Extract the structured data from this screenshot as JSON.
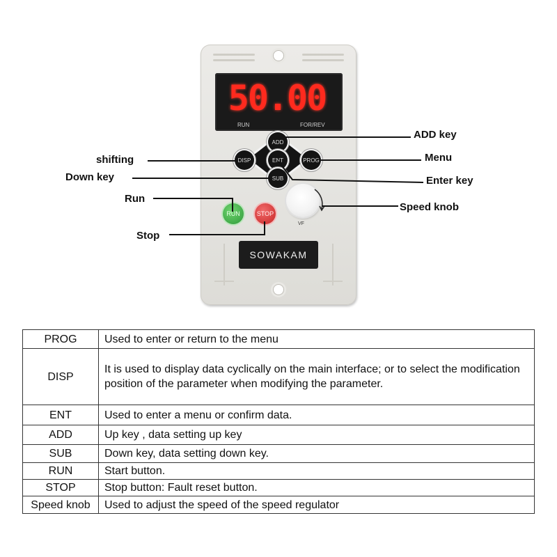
{
  "device": {
    "display_value": "50.00",
    "screen_label_left": "RUN",
    "screen_label_right": "FOR/REV",
    "keys": {
      "add": "ADD",
      "disp": "DISP",
      "ent": "ENT",
      "prog": "PROG",
      "sub": "SUB"
    },
    "run_button": "RUN",
    "stop_button": "STOP",
    "knob_label": "VF",
    "brand": "SOWAKAM"
  },
  "callouts": {
    "add_key": "ADD key",
    "menu": "Menu",
    "enter_key": "Enter key",
    "speed_knob": "Speed knob",
    "shifting": "shifting",
    "down_key": "Down key",
    "run": "Run",
    "stop": "Stop"
  },
  "table": {
    "rows": [
      {
        "key": "PROG",
        "desc": "Used to enter or return to the menu"
      },
      {
        "key": "DISP",
        "desc": "It is used to display data cyclically on the main interface; or to select the modification position of the parameter when modifying the parameter."
      },
      {
        "key": "ENT",
        "desc": "Used to enter a menu or confirm data."
      },
      {
        "key": "ADD",
        "desc": "Up key , data setting up key"
      },
      {
        "key": "SUB",
        "desc": "Down key, data setting down key."
      },
      {
        "key": "RUN",
        "desc": "Start button."
      },
      {
        "key": "STOP",
        "desc": "Stop button: Fault reset button."
      },
      {
        "key": "Speed knob",
        "desc": "Used to adjust the speed of the speed regulator"
      }
    ]
  },
  "colors": {
    "led": "#ff2a1e",
    "run": "#3aa845",
    "stop": "#d63030",
    "panel": "#e6e5e1"
  }
}
